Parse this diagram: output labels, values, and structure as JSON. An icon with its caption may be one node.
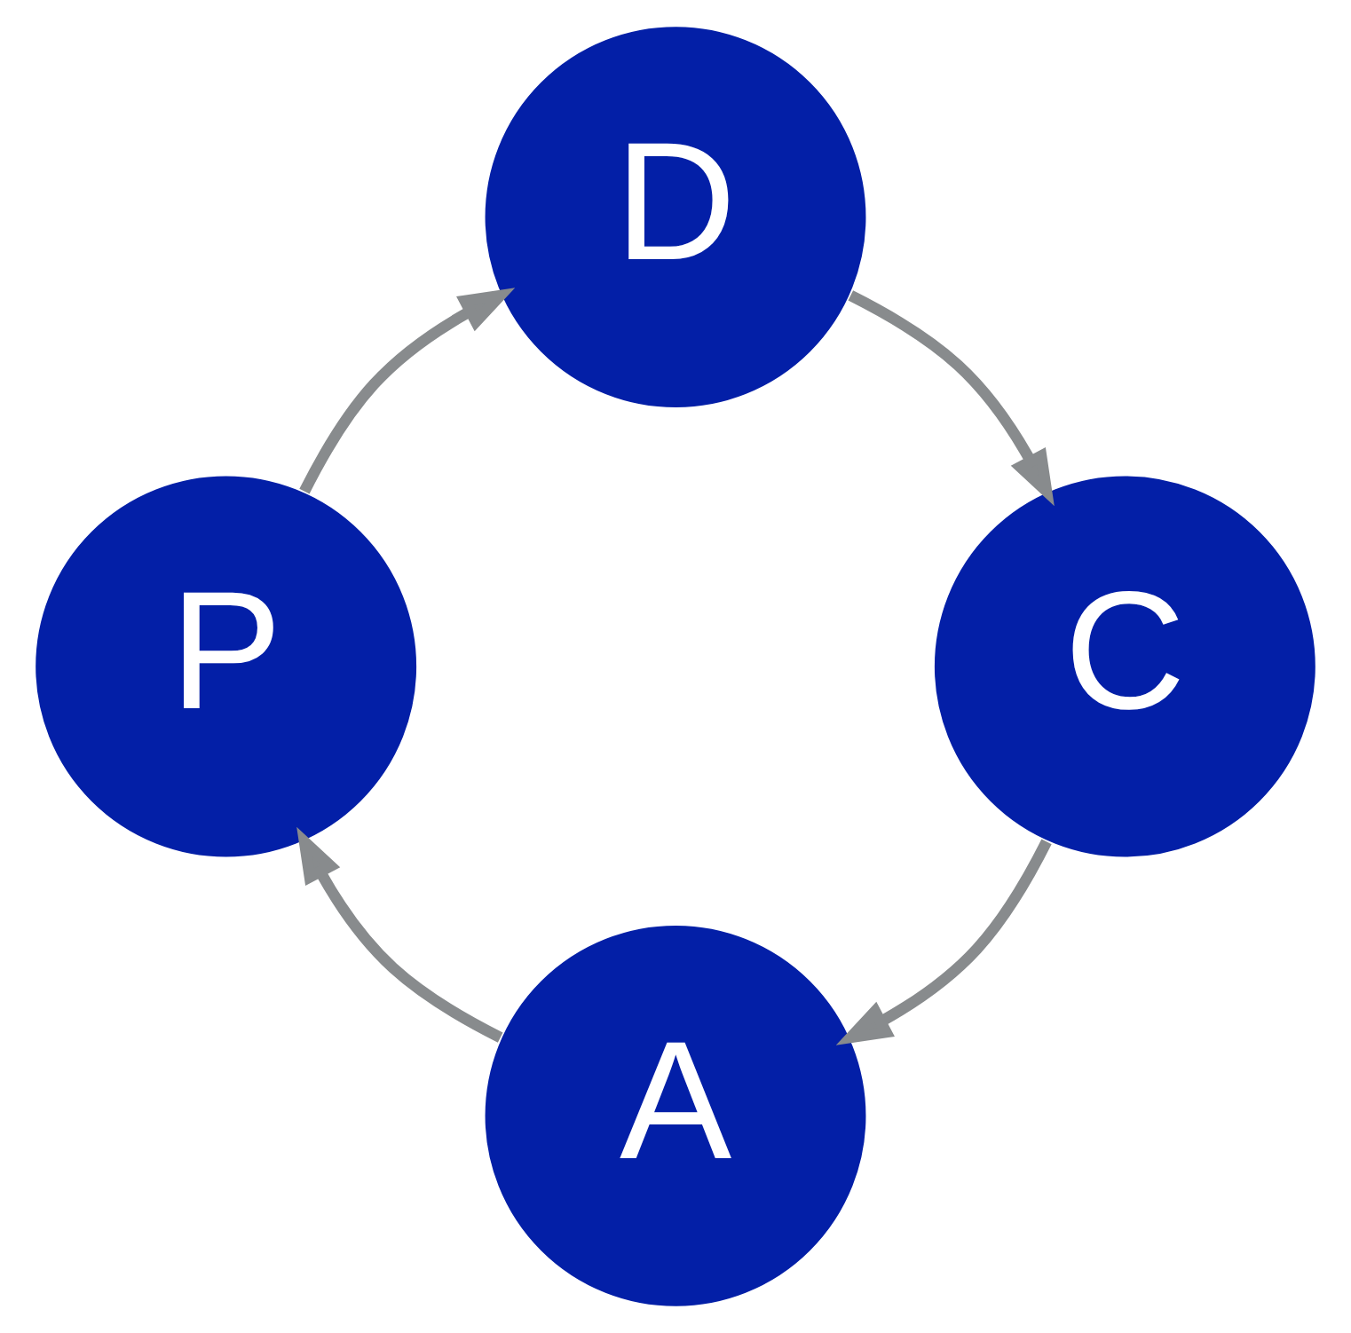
{
  "diagram": {
    "nodes": [
      {
        "text": [
          "A"
        ]
      },
      {
        "text": [
          "P"
        ]
      },
      {
        "text": [
          "D"
        ]
      },
      {
        "text": [
          "C"
        ]
      }
    ],
    "edges": [
      {
        "from": 0,
        "to": 1,
        "arrow": "to"
      },
      {
        "from": 1,
        "to": 2,
        "arrow": "to"
      },
      {
        "from": 2,
        "to": 3,
        "arrow": "to"
      },
      {
        "from": 3,
        "to": 0,
        "arrow": "to"
      }
    ]
  }
}
